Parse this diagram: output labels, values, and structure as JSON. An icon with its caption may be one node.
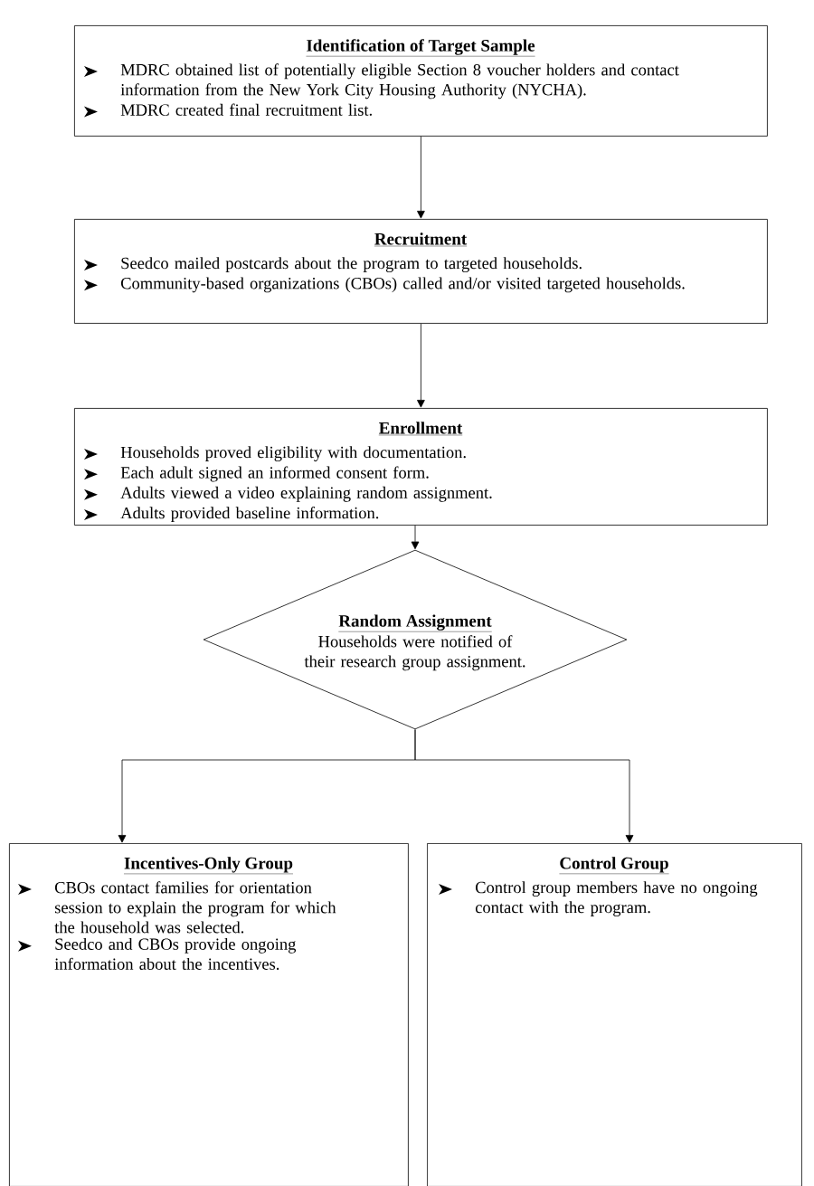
{
  "diagram": {
    "nodes": [
      {
        "text": [
          "Identification of Target Sample",
          "MDRC obtained list of potentially eligible Section 8 voucher holders and contact information from the New York City Housing Authority (NYCHA).",
          "MDRC created final recruitment list."
        ]
      },
      {
        "text": [
          "Recruitment",
          "Seedco mailed postcards about the program to targeted households.",
          "Community-based organizations (CBOs) called and/or visited targeted households."
        ]
      },
      {
        "text": [
          "Enrollment",
          "Households proved eligibility with documentation.",
          "Each adult signed an informed consent form.",
          "Adults viewed a video explaining random assignment.",
          "Adults provided baseline information."
        ]
      },
      {
        "text": [
          "Random Assignment",
          "Households were notified of their research group assignment."
        ]
      },
      {
        "text": [
          "Incentives-Only Group",
          "CBOs contact families for orientation session to explain the program for which the household was selected.",
          "Seedco and CBOs provide ongoing information about the incentives."
        ]
      },
      {
        "text": [
          "Control Group",
          "Control group members have no ongoing contact with the program."
        ]
      }
    ],
    "edges": [
      {
        "from": 0,
        "to": 1,
        "arrow": "to"
      },
      {
        "from": 1,
        "to": 2,
        "arrow": "to"
      },
      {
        "from": 2,
        "to": 3,
        "arrow": "to"
      },
      {
        "from": 3,
        "to": 4,
        "arrow": "to"
      },
      {
        "from": 3,
        "to": 5,
        "arrow": "to"
      }
    ]
  }
}
